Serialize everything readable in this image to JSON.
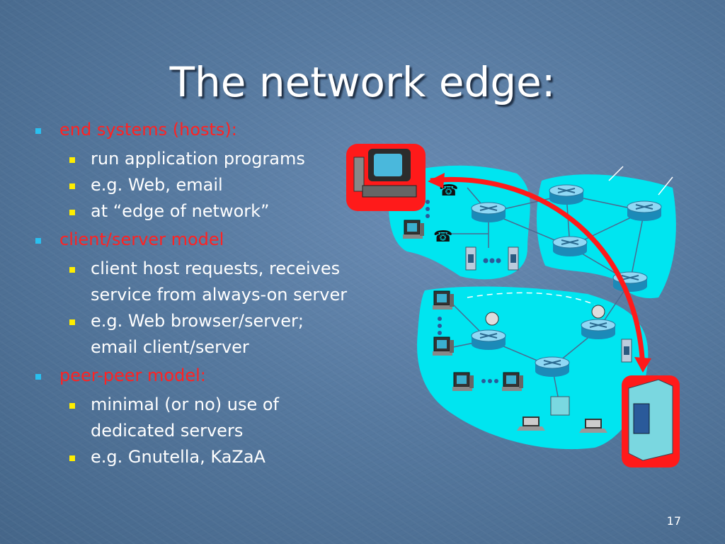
{
  "slide": {
    "title": "The network edge:",
    "page_number": "17",
    "sections": [
      {
        "heading": "end systems (hosts):",
        "items": [
          "run application programs",
          "e.g. Web, email",
          "at “edge of network”"
        ]
      },
      {
        "heading": "client/server model",
        "items": [
          "client host requests, receives service from always-on server",
          "e.g. Web browser/server; email client/server"
        ]
      },
      {
        "heading": "peer-peer model:",
        "items": [
          " minimal (or no) use of dedicated servers",
          "e.g. Gnutella, KaZaA"
        ]
      }
    ]
  },
  "colors": {
    "heading": "#ff2222",
    "text": "#ffffff",
    "bullet_level1": "#29c0f0",
    "bullet_level2": "#ffee00",
    "network_fill": "#00e5f0",
    "highlight": "#ff1a1a"
  },
  "icons": [
    "desktop-computer-icon",
    "telephone-icon",
    "router-icon",
    "server-icon",
    "laptop-icon",
    "satellite-dish-icon",
    "access-point-icon"
  ]
}
